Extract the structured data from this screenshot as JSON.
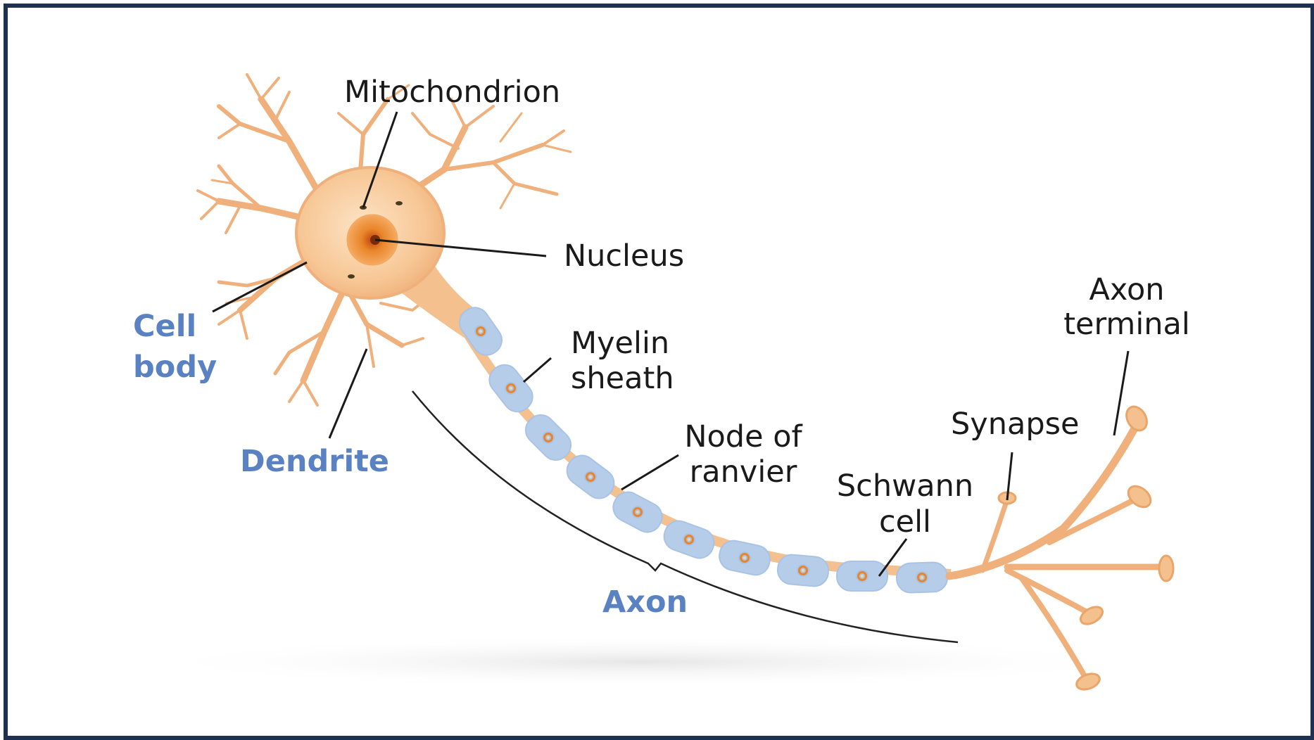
{
  "labels": {
    "mitochondrion": "Mitochondrion",
    "nucleus": "Nucleus",
    "cell_body_1": "Cell",
    "cell_body_2": "body",
    "myelin_1": "Myelin",
    "myelin_2": "sheath",
    "node_1": "Node of",
    "node_2": "ranvier",
    "dendrite": "Dendrite",
    "synapse": "Synapse",
    "axon_terminal_1": "Axon",
    "axon_terminal_2": "terminal",
    "schwann_1": "Schwann",
    "schwann_2": "cell",
    "axon": "Axon"
  },
  "colors": {
    "frame": "#1f3150",
    "label_dark": "#1a1a1a",
    "label_blue": "#5a82c2",
    "neuron_body": "#f4c08e",
    "dendrite": "#f0b07c",
    "myelin": "#b6cdea",
    "nucleus": "#e9862a"
  }
}
